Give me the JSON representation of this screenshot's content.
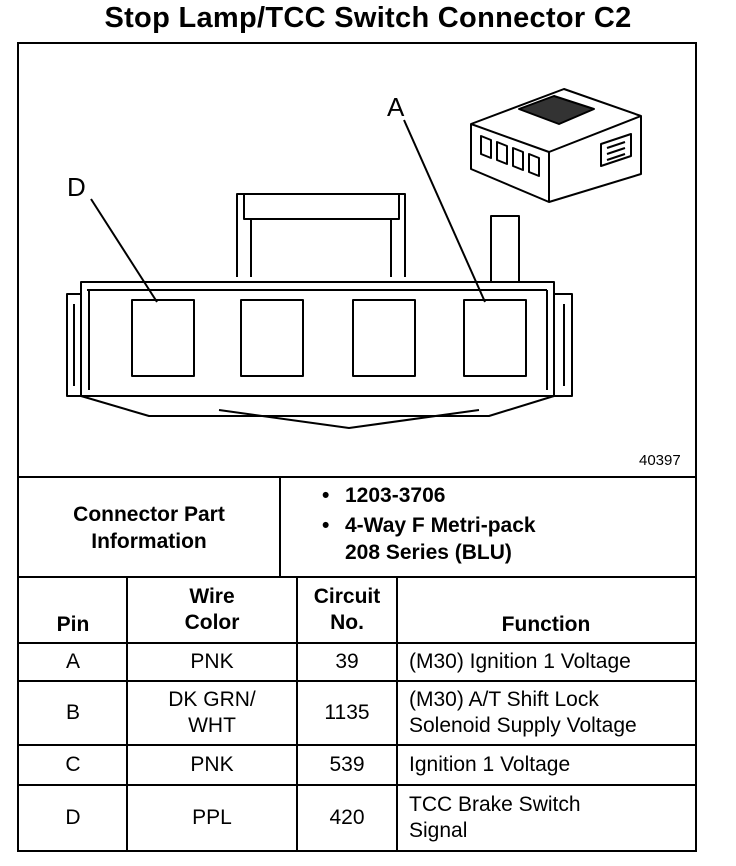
{
  "title": "Stop Lamp/TCC Switch Connector C2",
  "diagram": {
    "callouts": [
      "D",
      "A"
    ],
    "figure_number": "40397"
  },
  "connector_info": {
    "label_line1": "Connector Part",
    "label_line2": "Information",
    "items": [
      "1203-3706",
      "4-Way F Metri-pack",
      "208 Series (BLU)"
    ]
  },
  "table": {
    "headers": {
      "pin": "Pin",
      "wire_color_line1": "Wire",
      "wire_color_line2": "Color",
      "circuit_line1": "Circuit",
      "circuit_line2": "No.",
      "function": "Function"
    },
    "rows": [
      {
        "pin": "A",
        "color1": "PNK",
        "color2": "",
        "circuit": "39",
        "func1": "(M30) Ignition 1 Voltage",
        "func2": ""
      },
      {
        "pin": "B",
        "color1": "DK GRN/",
        "color2": "WHT",
        "circuit": "1135",
        "func1": "(M30) A/T Shift Lock",
        "func2": "Solenoid Supply Voltage"
      },
      {
        "pin": "C",
        "color1": "PNK",
        "color2": "",
        "circuit": "539",
        "func1": "Ignition 1 Voltage",
        "func2": ""
      },
      {
        "pin": "D",
        "color1": "PPL",
        "color2": "",
        "circuit": "420",
        "func1": "TCC Brake Switch",
        "func2": "Signal"
      }
    ]
  }
}
